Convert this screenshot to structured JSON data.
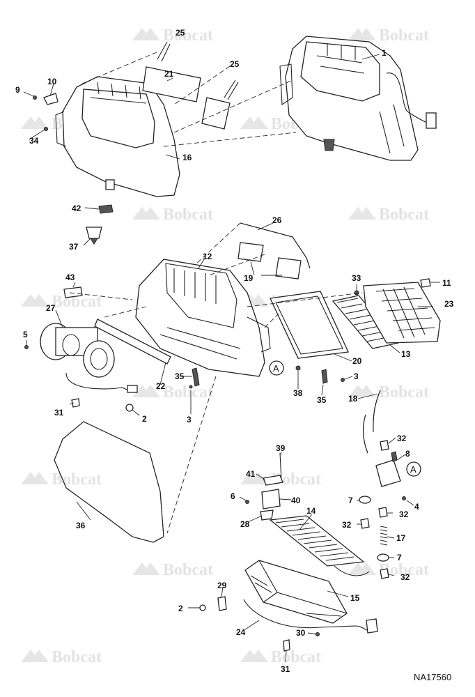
{
  "watermark": {
    "text": "Bobcat",
    "color": "#e3e3e3"
  },
  "drawing_id": "NA17560",
  "callouts": [
    {
      "n": "1"
    },
    {
      "n": "2"
    },
    {
      "n": "2"
    },
    {
      "n": "3"
    },
    {
      "n": "3"
    },
    {
      "n": "4"
    },
    {
      "n": "5"
    },
    {
      "n": "6"
    },
    {
      "n": "7"
    },
    {
      "n": "7"
    },
    {
      "n": "8"
    },
    {
      "n": "9"
    },
    {
      "n": "10"
    },
    {
      "n": "11"
    },
    {
      "n": "12"
    },
    {
      "n": "13"
    },
    {
      "n": "14"
    },
    {
      "n": "15"
    },
    {
      "n": "16"
    },
    {
      "n": "17"
    },
    {
      "n": "18"
    },
    {
      "n": "19"
    },
    {
      "n": "20"
    },
    {
      "n": "21"
    },
    {
      "n": "22"
    },
    {
      "n": "23"
    },
    {
      "n": "24"
    },
    {
      "n": "25"
    },
    {
      "n": "25"
    },
    {
      "n": "26"
    },
    {
      "n": "27"
    },
    {
      "n": "28"
    },
    {
      "n": "29"
    },
    {
      "n": "30"
    },
    {
      "n": "31"
    },
    {
      "n": "31"
    },
    {
      "n": "32"
    },
    {
      "n": "32"
    },
    {
      "n": "32"
    },
    {
      "n": "32"
    },
    {
      "n": "33"
    },
    {
      "n": "34"
    },
    {
      "n": "35"
    },
    {
      "n": "35"
    },
    {
      "n": "36"
    },
    {
      "n": "37"
    },
    {
      "n": "38"
    },
    {
      "n": "39"
    },
    {
      "n": "40"
    },
    {
      "n": "41"
    },
    {
      "n": "42"
    },
    {
      "n": "43"
    }
  ],
  "connectors": [
    {
      "label": "A"
    },
    {
      "label": "A"
    }
  ]
}
